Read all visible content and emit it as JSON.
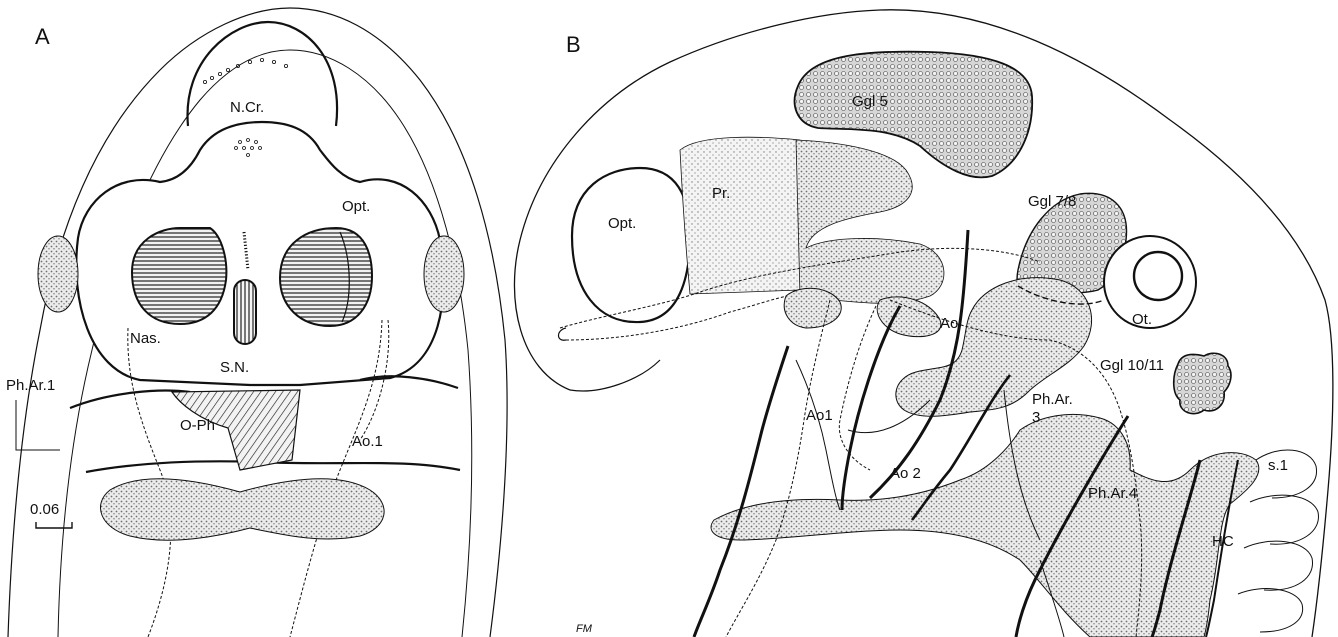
{
  "panel_a": {
    "letter": "A",
    "labels": {
      "n_cr": "N.Cr.",
      "opt": "Opt.",
      "nas": "Nas.",
      "s_n": "S.N.",
      "ph_ar_1": "Ph.Ar.1",
      "o_ph": "O-Ph",
      "ao_1": "Ao.1"
    },
    "scale": "0.06"
  },
  "panel_b": {
    "letter": "B",
    "labels": {
      "ggl_5": "Ggl 5",
      "ggl_7_8": "Ggl 7/8",
      "opt": "Opt.",
      "pr": "Pr.",
      "ot": "Ot.",
      "ao": "Ao",
      "ggl_10_11": "Ggl 10/11",
      "ph_ar_3_line1": "Ph.Ar.",
      "ph_ar_3_line2": "3",
      "ao1": "Ao1",
      "ao2": "Ao 2",
      "ph_ar_4": "Ph.Ar.4",
      "s1": "s.1",
      "hc": "HC"
    },
    "signature": "FM"
  },
  "colors": {
    "ink": "#111111",
    "paper": "#ffffff",
    "stipple": "#8a8a8a"
  }
}
